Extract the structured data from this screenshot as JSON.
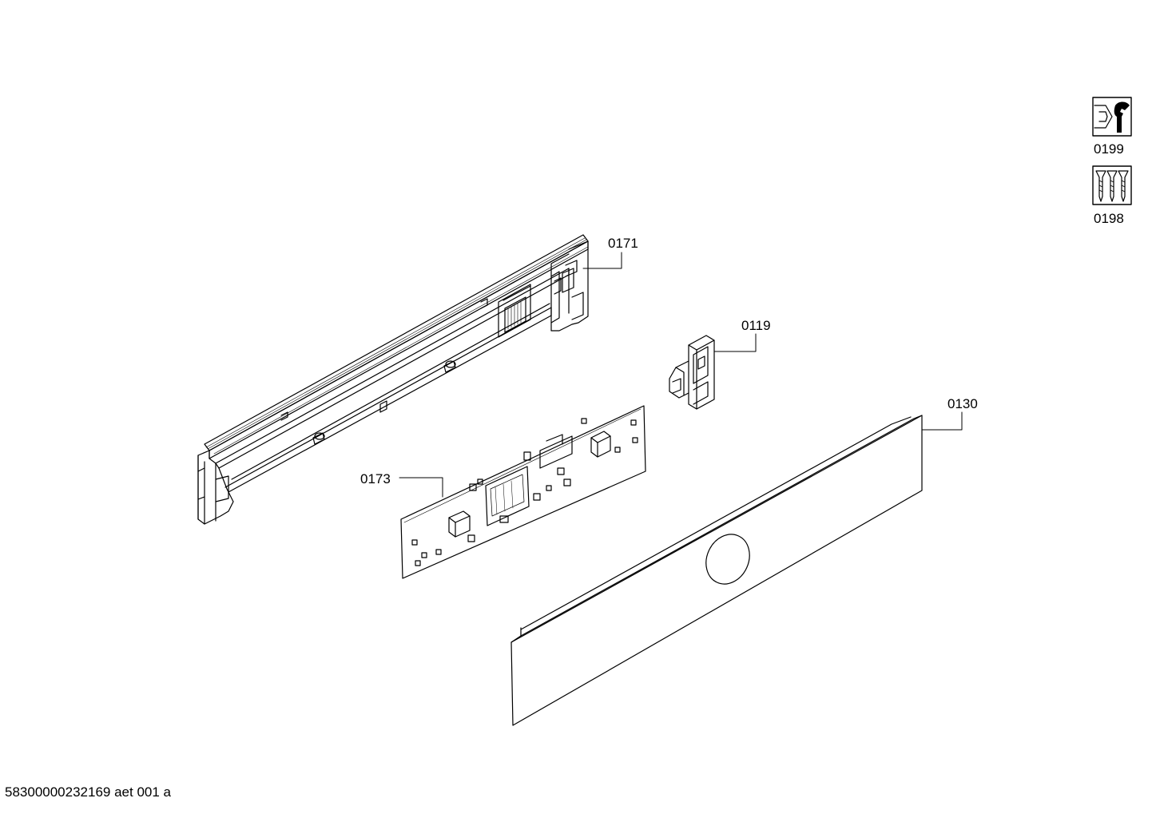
{
  "parts": {
    "p0171": {
      "label": "0171"
    },
    "p0119": {
      "label": "0119"
    },
    "p0130": {
      "label": "0130"
    },
    "p0173": {
      "label": "0173"
    }
  },
  "accessories": [
    {
      "label": "0199",
      "icon": "wrench-nut-icon"
    },
    {
      "label": "0198",
      "icon": "screws-icon"
    }
  ],
  "footer": {
    "code": "58300000232169 aet 001 a"
  },
  "colors": {
    "line": "#000000",
    "background": "#ffffff"
  }
}
